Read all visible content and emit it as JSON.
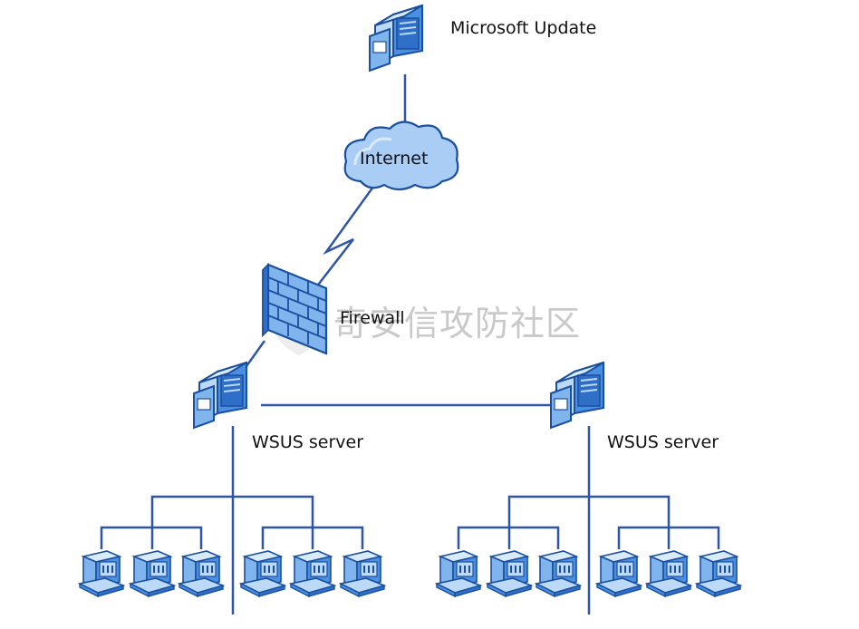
{
  "nodes": {
    "microsoft_update": "Microsoft Update",
    "internet": "Internet",
    "firewall": "Firewall",
    "wsus_left": "WSUS server",
    "wsus_right": "WSUS server"
  },
  "watermark": "奇安信攻防社区",
  "colors": {
    "line": "#2f55a8",
    "device_light": "#bcd9f7",
    "device_mid": "#4a8fe0",
    "device_dark": "#1a4fa0"
  }
}
